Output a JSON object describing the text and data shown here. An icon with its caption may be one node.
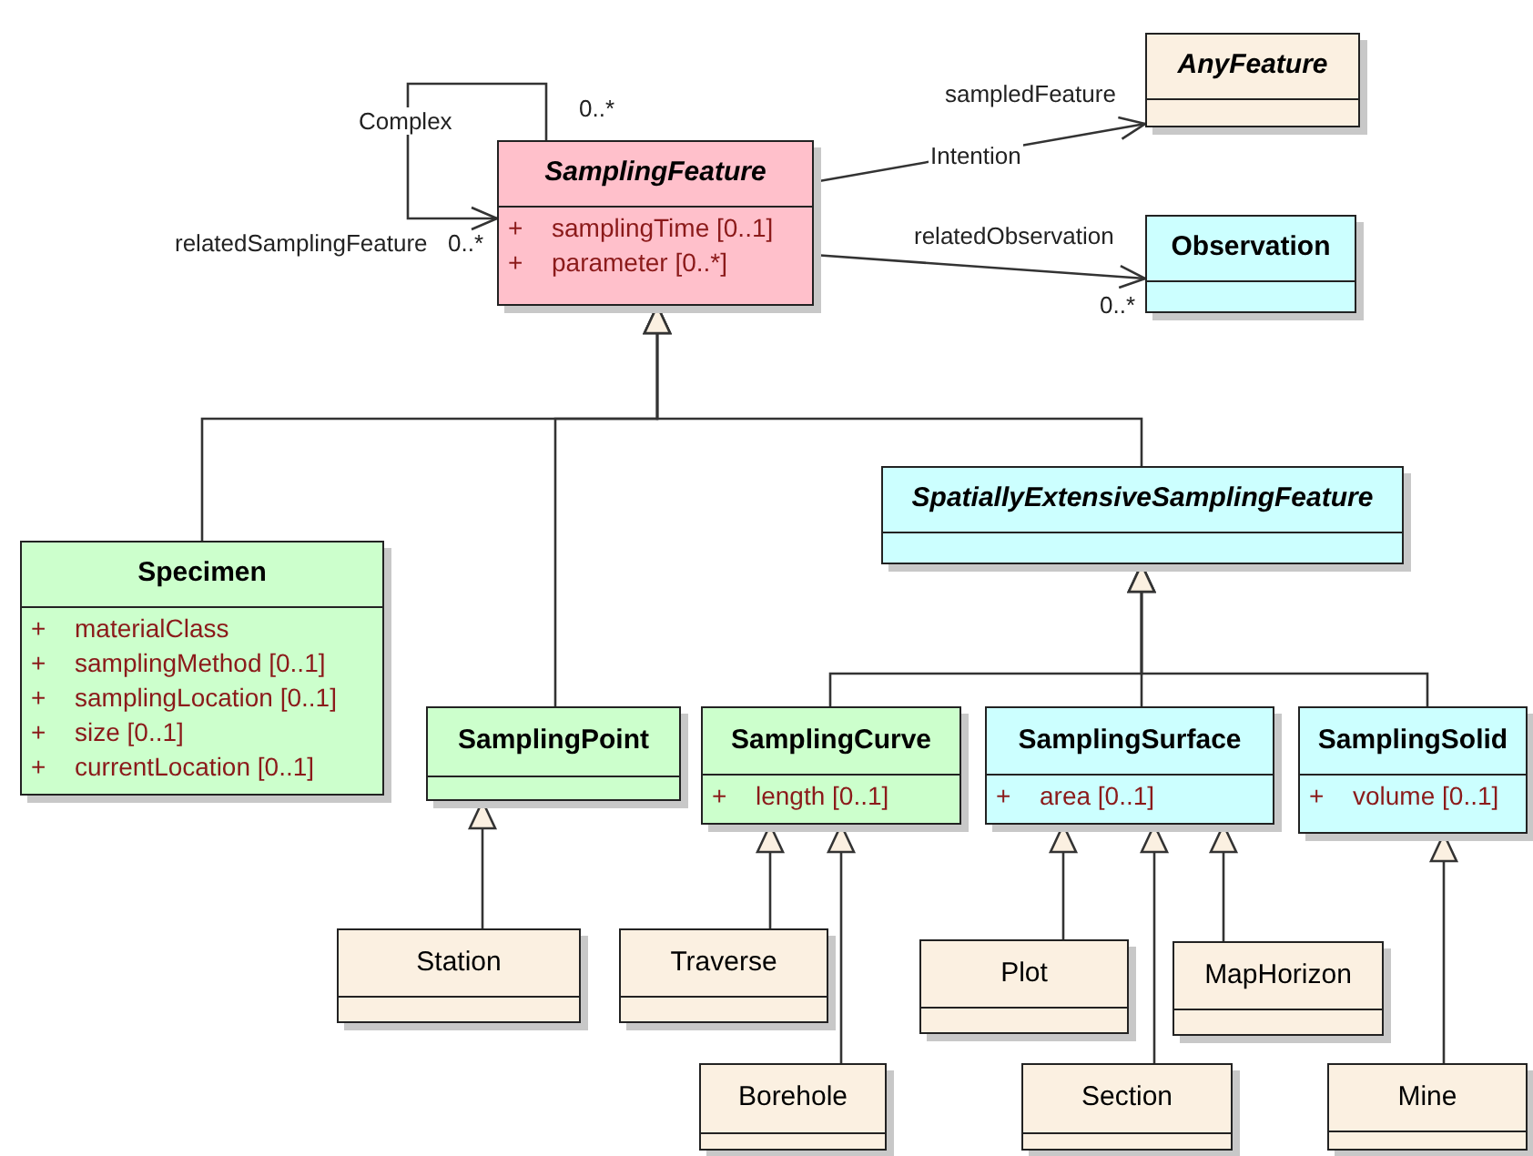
{
  "diagram": {
    "nodes": [
      {
        "text": [
          "SamplingFeature",
          "+",
          "samplingTime [0..1]",
          "+",
          "parameter [0..*]"
        ]
      },
      {
        "text": [
          "AnyFeature"
        ]
      },
      {
        "text": [
          "Observation"
        ]
      },
      {
        "text": [
          "Specimen",
          "+",
          "materialClass",
          "+",
          "samplingMethod [0..1]",
          "+",
          "samplingLocation [0..1]",
          "+",
          "size [0..1]",
          "+",
          "currentLocation [0..1]"
        ]
      },
      {
        "text": [
          "SpatiallyExtensiveSamplingFeature"
        ]
      },
      {
        "text": [
          "SamplingPoint"
        ]
      },
      {
        "text": [
          "SamplingCurve",
          "+",
          "length [0..1]"
        ]
      },
      {
        "text": [
          "SamplingSurface",
          "+",
          "area [0..1]"
        ]
      },
      {
        "text": [
          "SamplingSolid",
          "+",
          "volume [0..1]"
        ]
      },
      {
        "text": [
          "Station"
        ]
      },
      {
        "text": [
          "Traverse"
        ]
      },
      {
        "text": [
          "Borehole"
        ]
      },
      {
        "text": [
          "Plot"
        ]
      },
      {
        "text": [
          "Section"
        ]
      },
      {
        "text": [
          "MapHorizon"
        ]
      },
      {
        "text": [
          "Mine"
        ]
      }
    ],
    "edges": [
      {
        "from": 0,
        "to": 0,
        "arrow": "to",
        "label": "Complex"
      },
      {
        "from": 0,
        "to": 1,
        "arrow": "to",
        "label": "Intention"
      },
      {
        "from": 0,
        "to": 2,
        "arrow": "to"
      },
      {
        "from": 3,
        "to": 0,
        "arrow": "to"
      },
      {
        "from": 5,
        "to": 0,
        "arrow": "to"
      },
      {
        "from": 4,
        "to": 0,
        "arrow": "to"
      },
      {
        "from": 6,
        "to": 4,
        "arrow": "to"
      },
      {
        "from": 7,
        "to": 4,
        "arrow": "to"
      },
      {
        "from": 8,
        "to": 4,
        "arrow": "to"
      },
      {
        "from": 9,
        "to": 5,
        "arrow": "to"
      },
      {
        "from": 10,
        "to": 6,
        "arrow": "to"
      },
      {
        "from": 11,
        "to": 6,
        "arrow": "to"
      },
      {
        "from": 12,
        "to": 7,
        "arrow": "to"
      },
      {
        "from": 13,
        "to": 7,
        "arrow": "to"
      },
      {
        "from": 14,
        "to": 7,
        "arrow": "to"
      },
      {
        "from": 15,
        "to": 8,
        "arrow": "to"
      }
    ],
    "labels": [
      "0..*",
      "relatedSamplingFeature",
      "0..*",
      "sampledFeature",
      "relatedObservation",
      "0..*"
    ]
  }
}
